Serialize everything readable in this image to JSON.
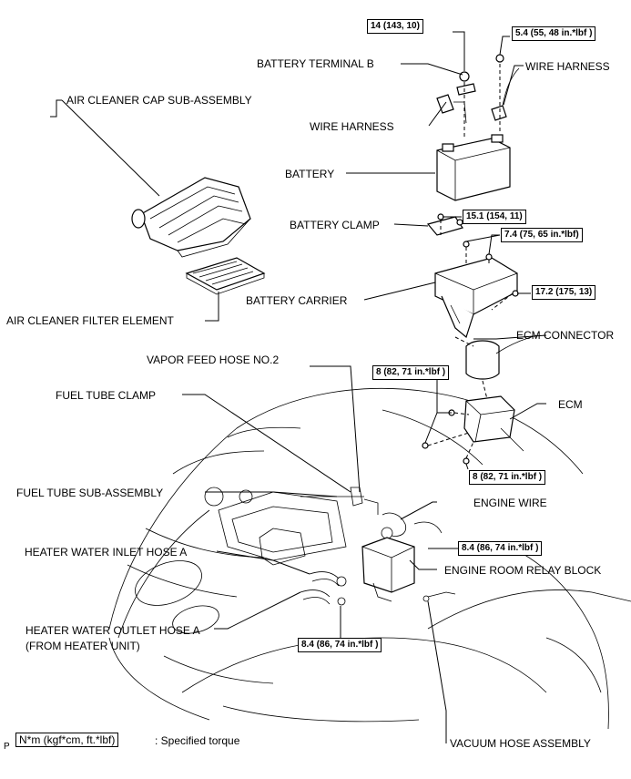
{
  "labels": {
    "battery_terminal_b": "BATTERY TERMINAL B",
    "wire_harness_right": "WIRE HARNESS",
    "wire_harness_left": "WIRE HARNESS",
    "air_cleaner_cap": "AIR CLEANER CAP SUB-ASSEMBLY",
    "battery": "BATTERY",
    "battery_clamp": "BATTERY CLAMP",
    "battery_carrier": "BATTERY CARRIER",
    "air_cleaner_filter": "AIR CLEANER FILTER ELEMENT",
    "ecm_connector": "ECM CONNECTOR",
    "vapor_feed_hose": "VAPOR FEED HOSE NO.2",
    "fuel_tube_clamp": "FUEL TUBE CLAMP",
    "ecm": "ECM",
    "fuel_tube_sub_assembly": "FUEL TUBE SUB-ASSEMBLY",
    "engine_wire": "ENGINE WIRE",
    "heater_water_inlet_hose": "HEATER WATER INLET HOSE A",
    "engine_room_relay_block": "ENGINE ROOM RELAY BLOCK",
    "heater_water_outlet_hose_line1": "HEATER WATER OUTLET HOSE A",
    "heater_water_outlet_hose_line2": "(FROM HEATER UNIT)",
    "vacuum_hose_assembly": "VACUUM HOSE ASSEMBLY"
  },
  "torques": {
    "terminal_nut": "14 (143, 10)",
    "harness_nut": "5.4 (55, 48 in.*lbf )",
    "clamp_bolt": "15.1 (154, 11)",
    "carrier_bolts": "7.4 (75, 65 in.*lbf)",
    "carrier_side_bolt": "17.2 (175, 13)",
    "ecm_bolts_upper": "8 (82, 71 in.*lbf )",
    "ecm_bolt_lower": "8 (82, 71 in.*lbf )",
    "relay_block_bolt": "8.4 (86, 74 in.*lbf )",
    "hose_bolt": "8.4 (86, 74 in.*lbf )"
  },
  "legend": {
    "box": "N*m (kgf*cm, ft.*lbf)",
    "text": ": Specified torque",
    "page_mark": "P"
  }
}
